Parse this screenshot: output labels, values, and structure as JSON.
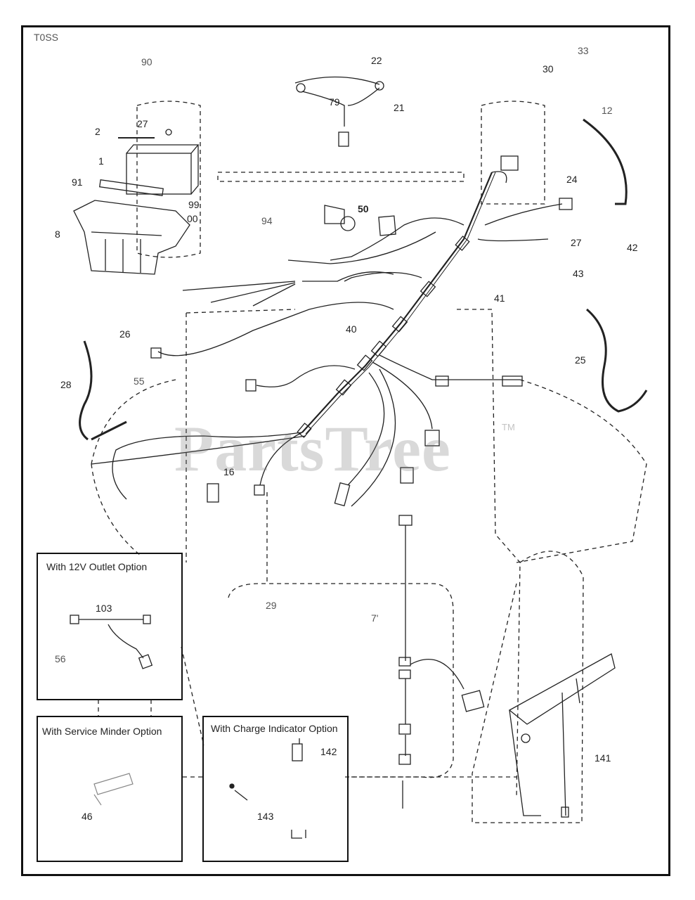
{
  "sheet_code": "T0SS",
  "watermark": {
    "text": "PartsTree",
    "tm": "TM"
  },
  "callouts": {
    "c90": "90",
    "c22": "22",
    "c79": "79",
    "c21": "21",
    "c33": "33",
    "c30": "30",
    "c12": "12",
    "c2": "2",
    "c27a": "27",
    "c1": "1",
    "c91": "91",
    "c99": "99",
    "c00": "00",
    "c8": "8",
    "c94": "94",
    "c50": "50",
    "c24": "24",
    "c27b": "27",
    "c42": "42",
    "c43": "43",
    "c41": "41",
    "c26": "26",
    "c40": "40",
    "c25": "25",
    "c28": "28",
    "c55": "55",
    "c16": "16",
    "c29": "29",
    "c7": "7'",
    "c103": "103",
    "c56": "56",
    "c142": "142",
    "c143": "143",
    "c46": "46",
    "c141": "141"
  },
  "option_boxes": {
    "outlet": "With 12V Outlet Option",
    "service": "With Service Minder Option",
    "charge": "With Charge Indicator Option"
  }
}
